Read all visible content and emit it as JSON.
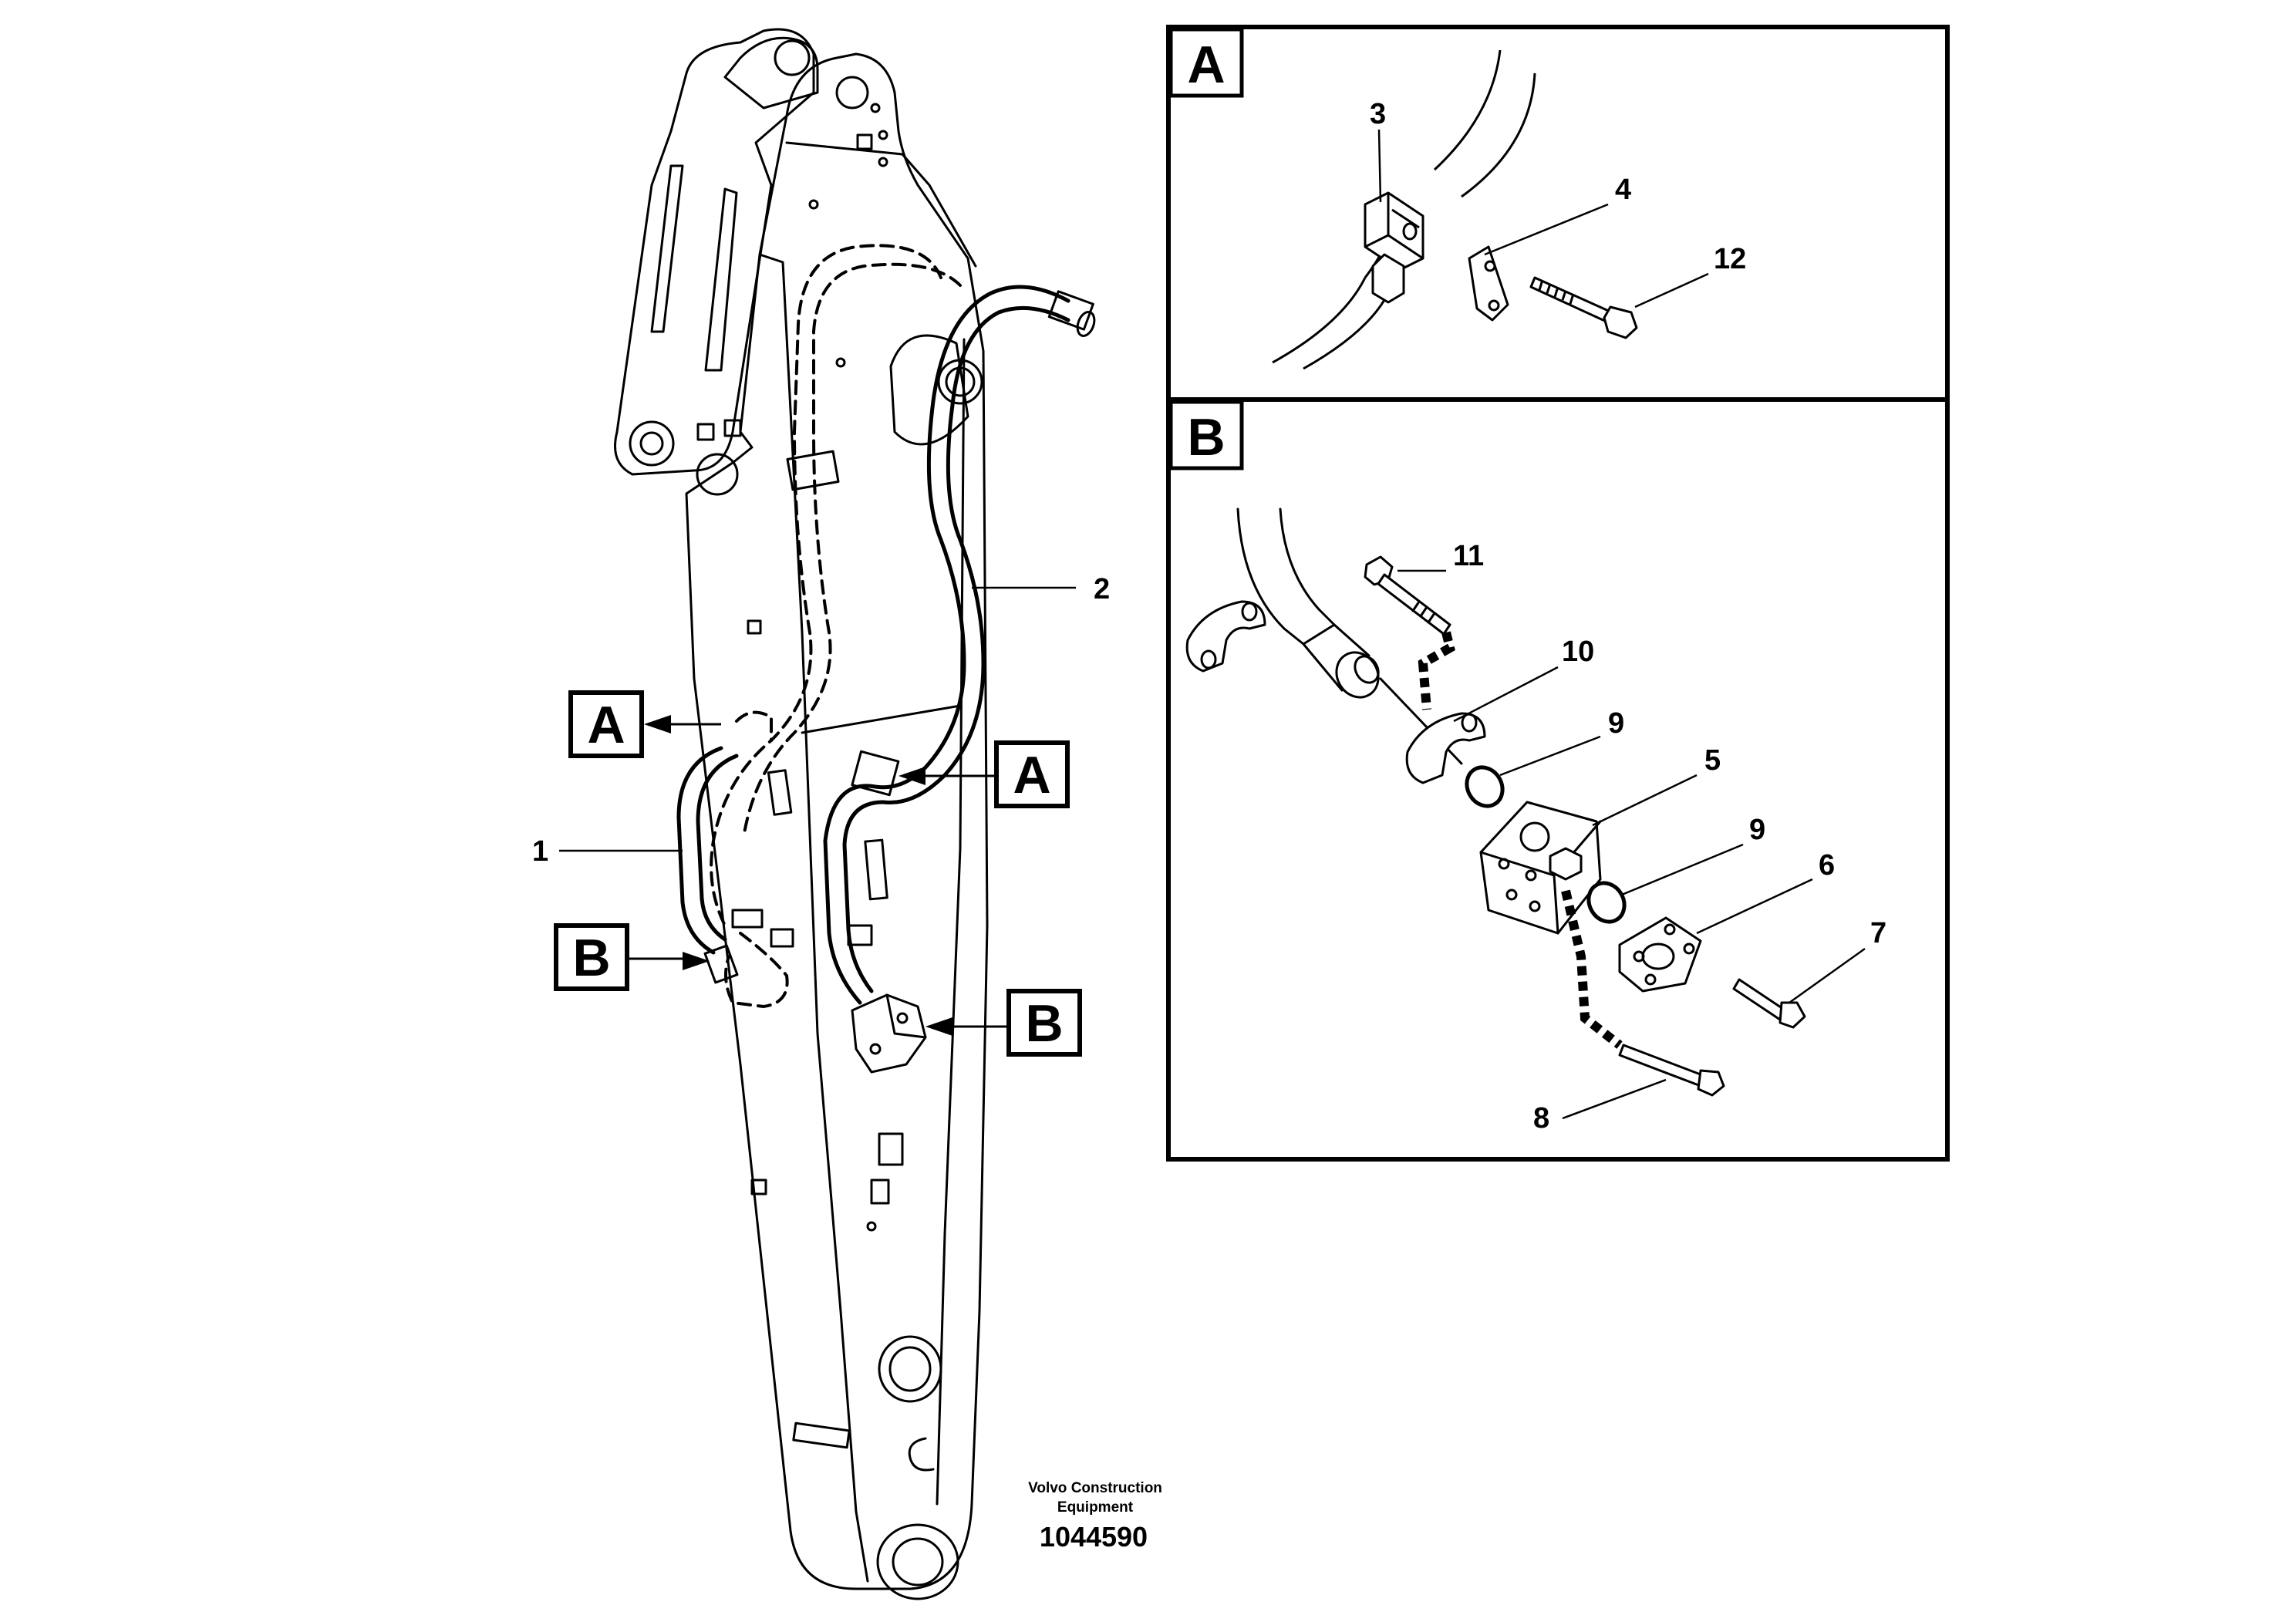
{
  "callouts": {
    "c1": "1",
    "c2": "2",
    "c3": "3",
    "c4": "4",
    "c5": "5",
    "c6": "6",
    "c7": "7",
    "c8": "8",
    "c9a": "9",
    "c9b": "9",
    "c10": "10",
    "c11": "11",
    "c12": "12"
  },
  "detail_labels": {
    "main_a_left": "A",
    "main_a_right": "A",
    "main_b_left": "B",
    "main_b_right": "B",
    "panel_a": "A",
    "panel_b": "B"
  },
  "footer": {
    "maker_line1": "Volvo Construction",
    "maker_line2": "Equipment",
    "part_number": "1044590"
  }
}
